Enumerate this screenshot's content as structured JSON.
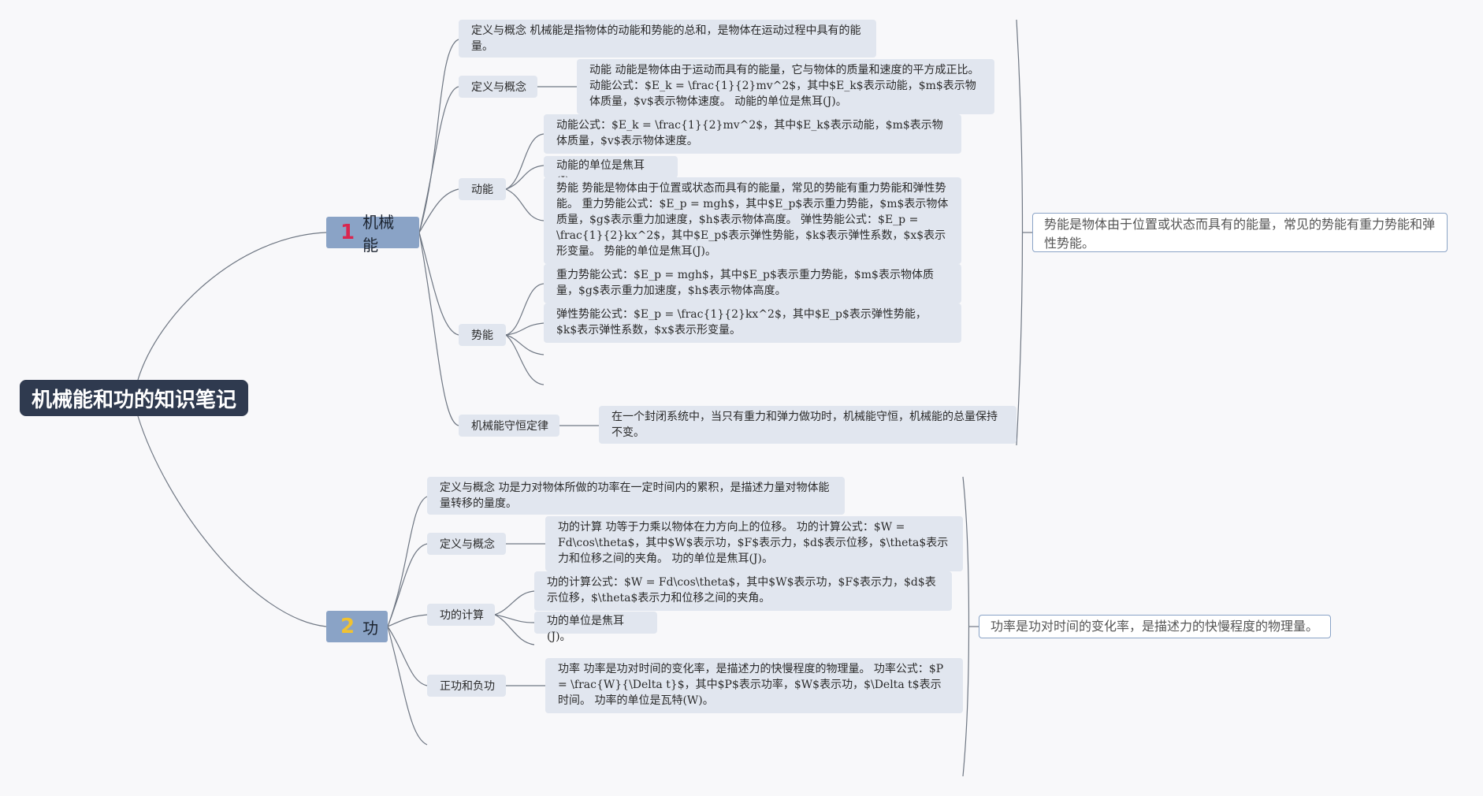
{
  "root": {
    "label": "机械能和功的知识笔记"
  },
  "branch1": {
    "number": "1",
    "label": "机械能",
    "leaf_intro": "定义与概念 机械能是指物体的动能和势能的总和，是物体在运动过程中具有的能量。",
    "sub_def": {
      "label": "定义与概念",
      "leaf": "动能 动能是物体由于运动而具有的能量，它与物体的质量和速度的平方成正比。 动能公式：$E_k = \\frac{1}{2}mv^2$，其中$E_k$表示动能，$m$表示物体质量，$v$表示物体速度。 动能的单位是焦耳(J)。"
    },
    "sub_kinetic": {
      "label": "动能",
      "leaves": [
        "动能公式：$E_k = \\frac{1}{2}mv^2$，其中$E_k$表示动能，$m$表示物体质量，$v$表示物体速度。",
        "动能的单位是焦耳(J)。",
        "势能 势能是物体由于位置或状态而具有的能量，常见的势能有重力势能和弹性势能。 重力势能公式：$E_p = mgh$，其中$E_p$表示重力势能，$m$表示物体质量，$g$表示重力加速度，$h$表示物体高度。 弹性势能公式：$E_p = \\frac{1}{2}kx^2$，其中$E_p$表示弹性势能，$k$表示弹性系数，$x$表示形变量。 势能的单位是焦耳(J)。"
      ]
    },
    "sub_potential": {
      "label": "势能",
      "leaves": [
        "重力势能公式：$E_p = mgh$，其中$E_p$表示重力势能，$m$表示物体质量，$g$表示重力加速度，$h$表示物体高度。",
        "弹性势能公式：$E_p = \\frac{1}{2}kx^2$，其中$E_p$表示弹性势能，$k$表示弹性系数，$x$表示形变量。"
      ]
    },
    "sub_conservation": {
      "label": "机械能守恒定律",
      "leaf": "在一个封闭系统中，当只有重力和弹力做功时，机械能守恒，机械能的总量保持不变。"
    },
    "summary": "势能是物体由于位置或状态而具有的能量，常见的势能有重力势能和弹性势能。"
  },
  "branch2": {
    "number": "2",
    "label": "功",
    "leaf_intro": "定义与概念 功是力对物体所做的功率在一定时间内的累积，是描述力量对物体能量转移的量度。",
    "sub_def": {
      "label": "定义与概念",
      "leaf": "功的计算 功等于力乘以物体在力方向上的位移。 功的计算公式：$W = Fd\\cos\\theta$，其中$W$表示功，$F$表示力，$d$表示位移，$\\theta$表示力和位移之间的夹角。 功的单位是焦耳(J)。"
    },
    "sub_calc": {
      "label": "功的计算",
      "leaves": [
        "功的计算公式：$W = Fd\\cos\\theta$，其中$W$表示功，$F$表示力，$d$表示位移，$\\theta$表示力和位移之间的夹角。",
        "功的单位是焦耳(J)。"
      ]
    },
    "sub_sign": {
      "label": "正功和负功",
      "leaf": "功率 功率是功对时间的变化率，是描述力的快慢程度的物理量。 功率公式：$P = \\frac{W}{\\Delta t}$，其中$P$表示功率，$W$表示功，$\\Delta t$表示时间。 功率的单位是瓦特(W)。"
    },
    "summary": "功率是功对时间的变化率，是描述力的快慢程度的物理量。"
  }
}
